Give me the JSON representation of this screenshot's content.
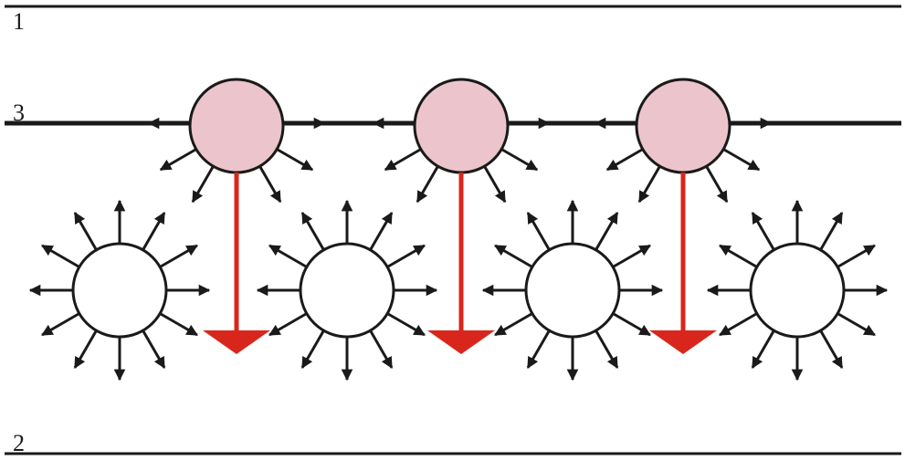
{
  "labels": {
    "top_line": "1",
    "bottom_line": "2",
    "middle_line": "3"
  },
  "colors": {
    "line": "#1a1a1a",
    "arrow": "#1a1a1a",
    "pink_fill": "#ecc4cb",
    "white_fill": "#ffffff",
    "red_arrow": "#d9261c"
  },
  "counts": {
    "pink_circles": 3,
    "white_circles": 4
  }
}
